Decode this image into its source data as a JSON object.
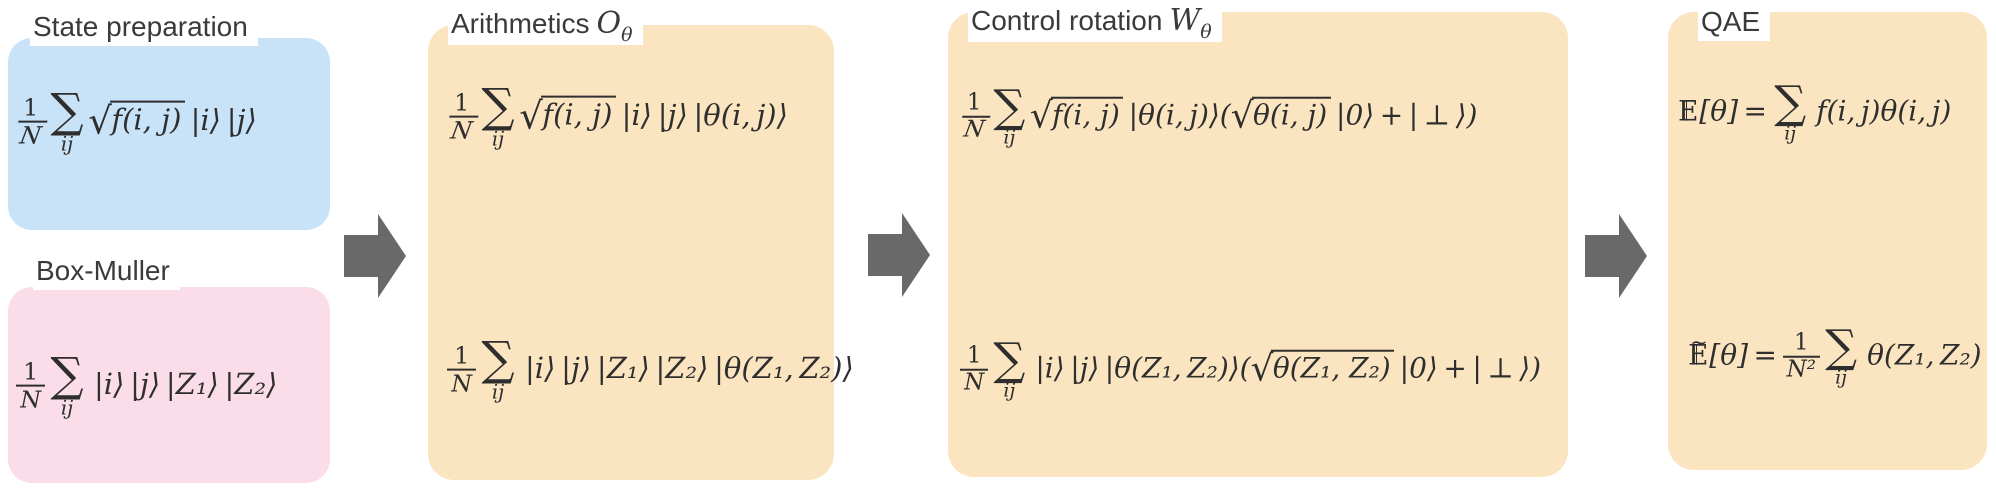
{
  "colors": {
    "background": "#ffffff",
    "blue_box": "#c8e2f7",
    "pink_box": "#fadde9",
    "tan_box": "#fbe5c1",
    "arrow": "#696969",
    "label_text": "#3a3a3a",
    "math_text": "#2e2e2e"
  },
  "symbols": {
    "sum": "∑",
    "sqrt": "√",
    "dsE": "E",
    "tilde": "~"
  },
  "labels": {
    "state_prep": {
      "text": "State preparation"
    },
    "box_muller": {
      "text": "Box-Muller"
    },
    "arithmetics": {
      "text": "Arithmetics",
      "var": "O",
      "sub": "θ"
    },
    "control_rotation": {
      "text": "Control rotation",
      "var": "W",
      "sub": "θ"
    },
    "qae": {
      "text": "QAE"
    }
  },
  "formulas": {
    "state_prep": [
      {
        "t": "frac",
        "n": "1",
        "d": "N",
        "cal": true
      },
      {
        "t": "sum",
        "sub": "ij"
      },
      {
        "t": "sqrt",
        "v": "f(i, j)"
      },
      {
        "t": "tx",
        "v": " |i⟩ |j⟩"
      }
    ],
    "box_muller": [
      {
        "t": "frac",
        "n": "1",
        "d": "N"
      },
      {
        "t": "sum",
        "sub": "ij"
      },
      {
        "t": "tx",
        "v": " |i⟩ |j⟩ |Z₁⟩ |Z₂⟩"
      }
    ],
    "arith_top": [
      {
        "t": "frac",
        "n": "1",
        "d": "N",
        "cal": true
      },
      {
        "t": "sum",
        "sub": "ij"
      },
      {
        "t": "sqrt",
        "v": "f(i, j)"
      },
      {
        "t": "tx",
        "v": " |i⟩ |j⟩ |θ(i, j)⟩"
      }
    ],
    "arith_bottom": [
      {
        "t": "frac",
        "n": "1",
        "d": "N"
      },
      {
        "t": "sum",
        "sub": "ij"
      },
      {
        "t": "tx",
        "v": " |i⟩ |j⟩ |Z₁⟩ |Z₂⟩ |θ(Z₁, Z₂)⟩"
      }
    ],
    "control_top": [
      {
        "t": "frac",
        "n": "1",
        "d": "N",
        "cal": true
      },
      {
        "t": "sum",
        "sub": "ij"
      },
      {
        "t": "sqrt",
        "v": "f(i, j)"
      },
      {
        "t": "tx",
        "v": " |θ(i, j)⟩("
      },
      {
        "t": "sqrt",
        "v": "θ(i, j)"
      },
      {
        "t": "tx",
        "v": " |0⟩ + | ⊥ ⟩)"
      }
    ],
    "control_bottom": [
      {
        "t": "frac",
        "n": "1",
        "d": "N"
      },
      {
        "t": "sum",
        "sub": "ij"
      },
      {
        "t": "tx",
        "v": " |i⟩ |j⟩ |θ(Z₁, Z₂)⟩("
      },
      {
        "t": "sqrt",
        "v": "θ(Z₁, Z₂)"
      },
      {
        "t": "tx",
        "v": " |0⟩ + | ⊥ ⟩)"
      }
    ],
    "qae_top": [
      {
        "t": "E"
      },
      {
        "t": "tx",
        "v": "[θ] = "
      },
      {
        "t": "sum",
        "sub": "ij"
      },
      {
        "t": "tx",
        "v": " f(i, j)θ(i, j)"
      }
    ],
    "qae_bottom": [
      {
        "t": "E",
        "tilde": true
      },
      {
        "t": "tx",
        "v": "[θ] = "
      },
      {
        "t": "frac",
        "n": "1",
        "d": "N²"
      },
      {
        "t": "sum",
        "sub": "ij"
      },
      {
        "t": "tx",
        "v": " θ(Z₁, Z₂)"
      }
    ]
  }
}
